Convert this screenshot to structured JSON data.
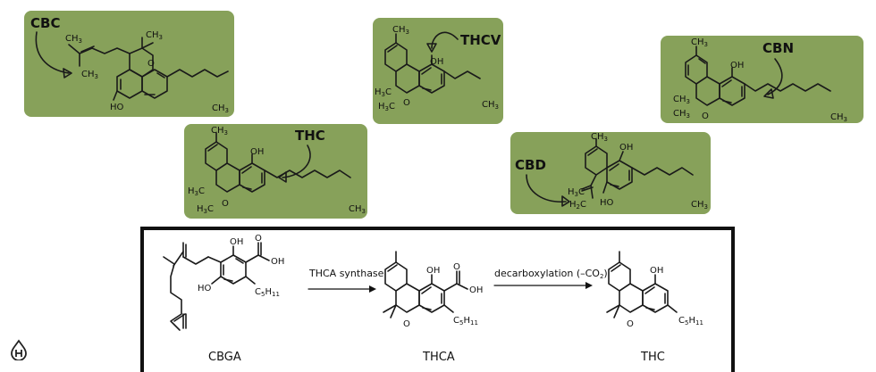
{
  "cards": {
    "cbc": {
      "label": "CBC"
    },
    "thcv": {
      "label": "THCV"
    },
    "cbn": {
      "label": "CBN"
    },
    "thc": {
      "label": "THC"
    },
    "cbd": {
      "label": "CBD"
    }
  },
  "atoms": {
    "ch3": "CH",
    "h3c": "H",
    "ho": "HO",
    "oh": "OH",
    "o": "O",
    "c5h11": "C",
    "ch2": "CH",
    "cooh": "OH"
  },
  "pathway": {
    "step1": {
      "name": "CBGA"
    },
    "step2": {
      "name": "THCA"
    },
    "step3": {
      "name": "THC"
    },
    "arrow1_label": "THCA synthase",
    "arrow2_label": "decarboxylation (–CO",
    "arrow2_label_tail": ")",
    "co2_sub": "2"
  },
  "colors": {
    "card_green": "#87a15a",
    "border": "#111111"
  }
}
